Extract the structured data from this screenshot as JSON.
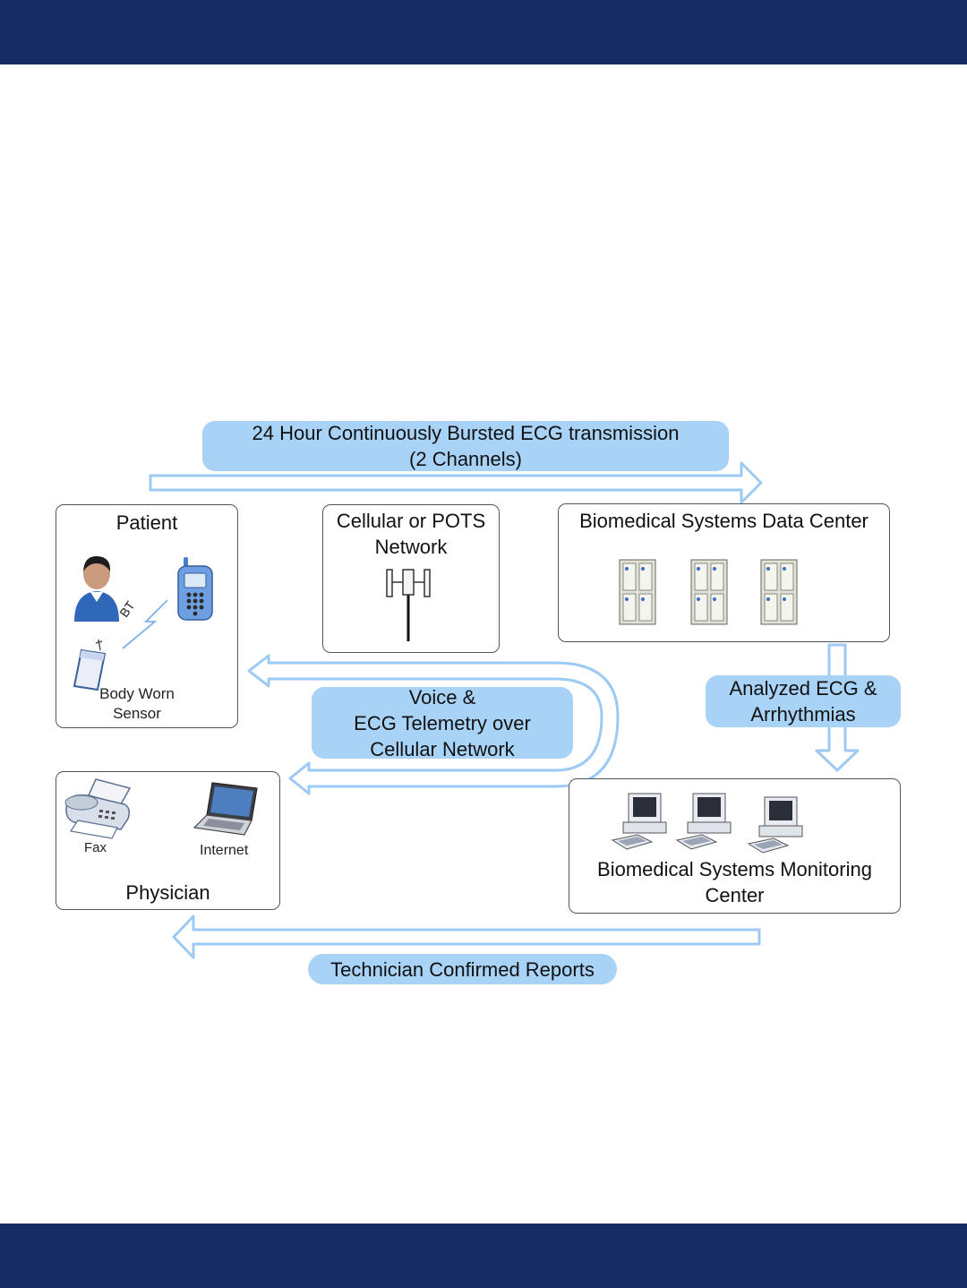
{
  "colors": {
    "band": "#172b63",
    "arrow_stroke": "#9ccaf5",
    "pill_fill": "#a9d2f7"
  },
  "labels": {
    "top_line1": "24 Hour Continuously Bursted  ECG transmission",
    "top_line2": "(2 Channels)",
    "voice_line1": "Voice &",
    "voice_line2": "ECG Telemetry over",
    "voice_line3": "Cellular Network",
    "analyzed_line1": "Analyzed ECG &",
    "analyzed_line2": "Arrhythmias",
    "reports": "Technician Confirmed Reports"
  },
  "boxes": {
    "patient": {
      "title": "Patient",
      "bt": "BT",
      "sensor_line1": "Body Worn",
      "sensor_line2": "Sensor"
    },
    "network": {
      "title_line1": "Cellular or POTS",
      "title_line2": "Network"
    },
    "data_center": {
      "title": "Biomedical Systems Data Center"
    },
    "physician": {
      "title": "Physician",
      "fax": "Fax",
      "internet": "Internet"
    },
    "monitoring": {
      "title_line1": "Biomedical Systems Monitoring",
      "title_line2": "Center"
    }
  },
  "icons": [
    "person-icon",
    "cell-phone-icon",
    "bluetooth-signal-icon",
    "sensor-icon",
    "cell-tower-icon",
    "server-icon",
    "fax-icon",
    "laptop-icon",
    "workstation-icon"
  ]
}
